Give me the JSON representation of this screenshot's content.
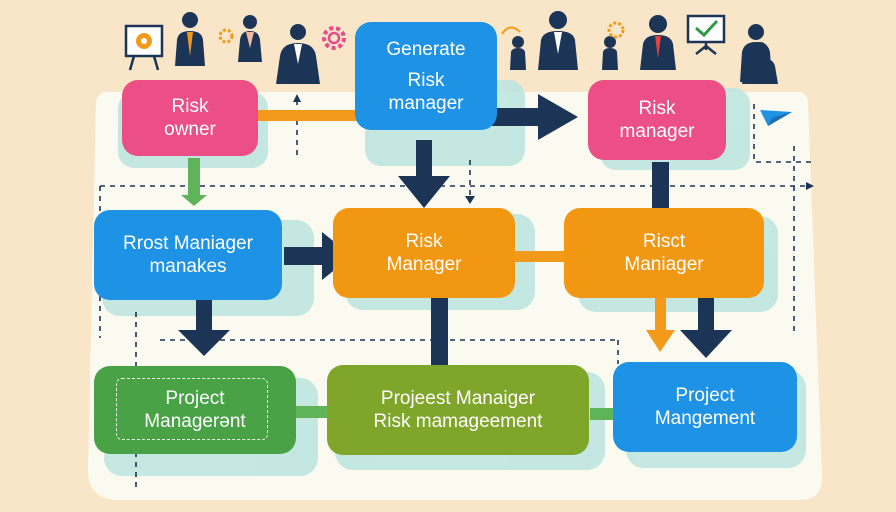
{
  "diagram": {
    "nodes": {
      "generate": {
        "lines": [
          "Generate",
          "Risk",
          "manager"
        ],
        "color": "#1e93e6"
      },
      "risk_owner": {
        "lines": [
          "Risk",
          "owner"
        ],
        "color": "#ec4f86"
      },
      "risk_manager_top": {
        "lines": [
          "Risk",
          "manager"
        ],
        "color": "#ec4f86"
      },
      "rrost": {
        "lines": [
          "Rrost Maniager",
          "manakes"
        ],
        "color": "#1e93e6"
      },
      "risk_manager_mid": {
        "lines": [
          "Risk",
          "Manager"
        ],
        "color": "#f29712"
      },
      "risct": {
        "lines": [
          "Risct",
          "Maniager"
        ],
        "color": "#f29712"
      },
      "project_mgmt_left": {
        "lines": [
          "Project",
          "Managerənt"
        ],
        "color": "#4aa247"
      },
      "projeest": {
        "lines": [
          "Projeest Manaiger",
          "Risk  mamageement"
        ],
        "color": "#7fa52b"
      },
      "project_mgmt_right": {
        "lines": [
          "Project",
          "Mangement"
        ],
        "color": "#1e93e6"
      }
    },
    "colors": {
      "navy": "#1c3557",
      "orange": "#f39a1c",
      "green": "#5fb45a",
      "mint": "#bfe5e0",
      "panel": "#fbfaf0"
    },
    "people_icons": [
      "person-icon",
      "person-icon",
      "person-icon",
      "person-icon",
      "person-icon",
      "person-icon",
      "person-icon",
      "person-icon",
      "person-icon",
      "person-icon"
    ],
    "decor_icons": [
      "presentation-board-icon",
      "gear-icon",
      "gear-icon",
      "monitor-checkmark-icon",
      "paper-plane-icon"
    ]
  }
}
